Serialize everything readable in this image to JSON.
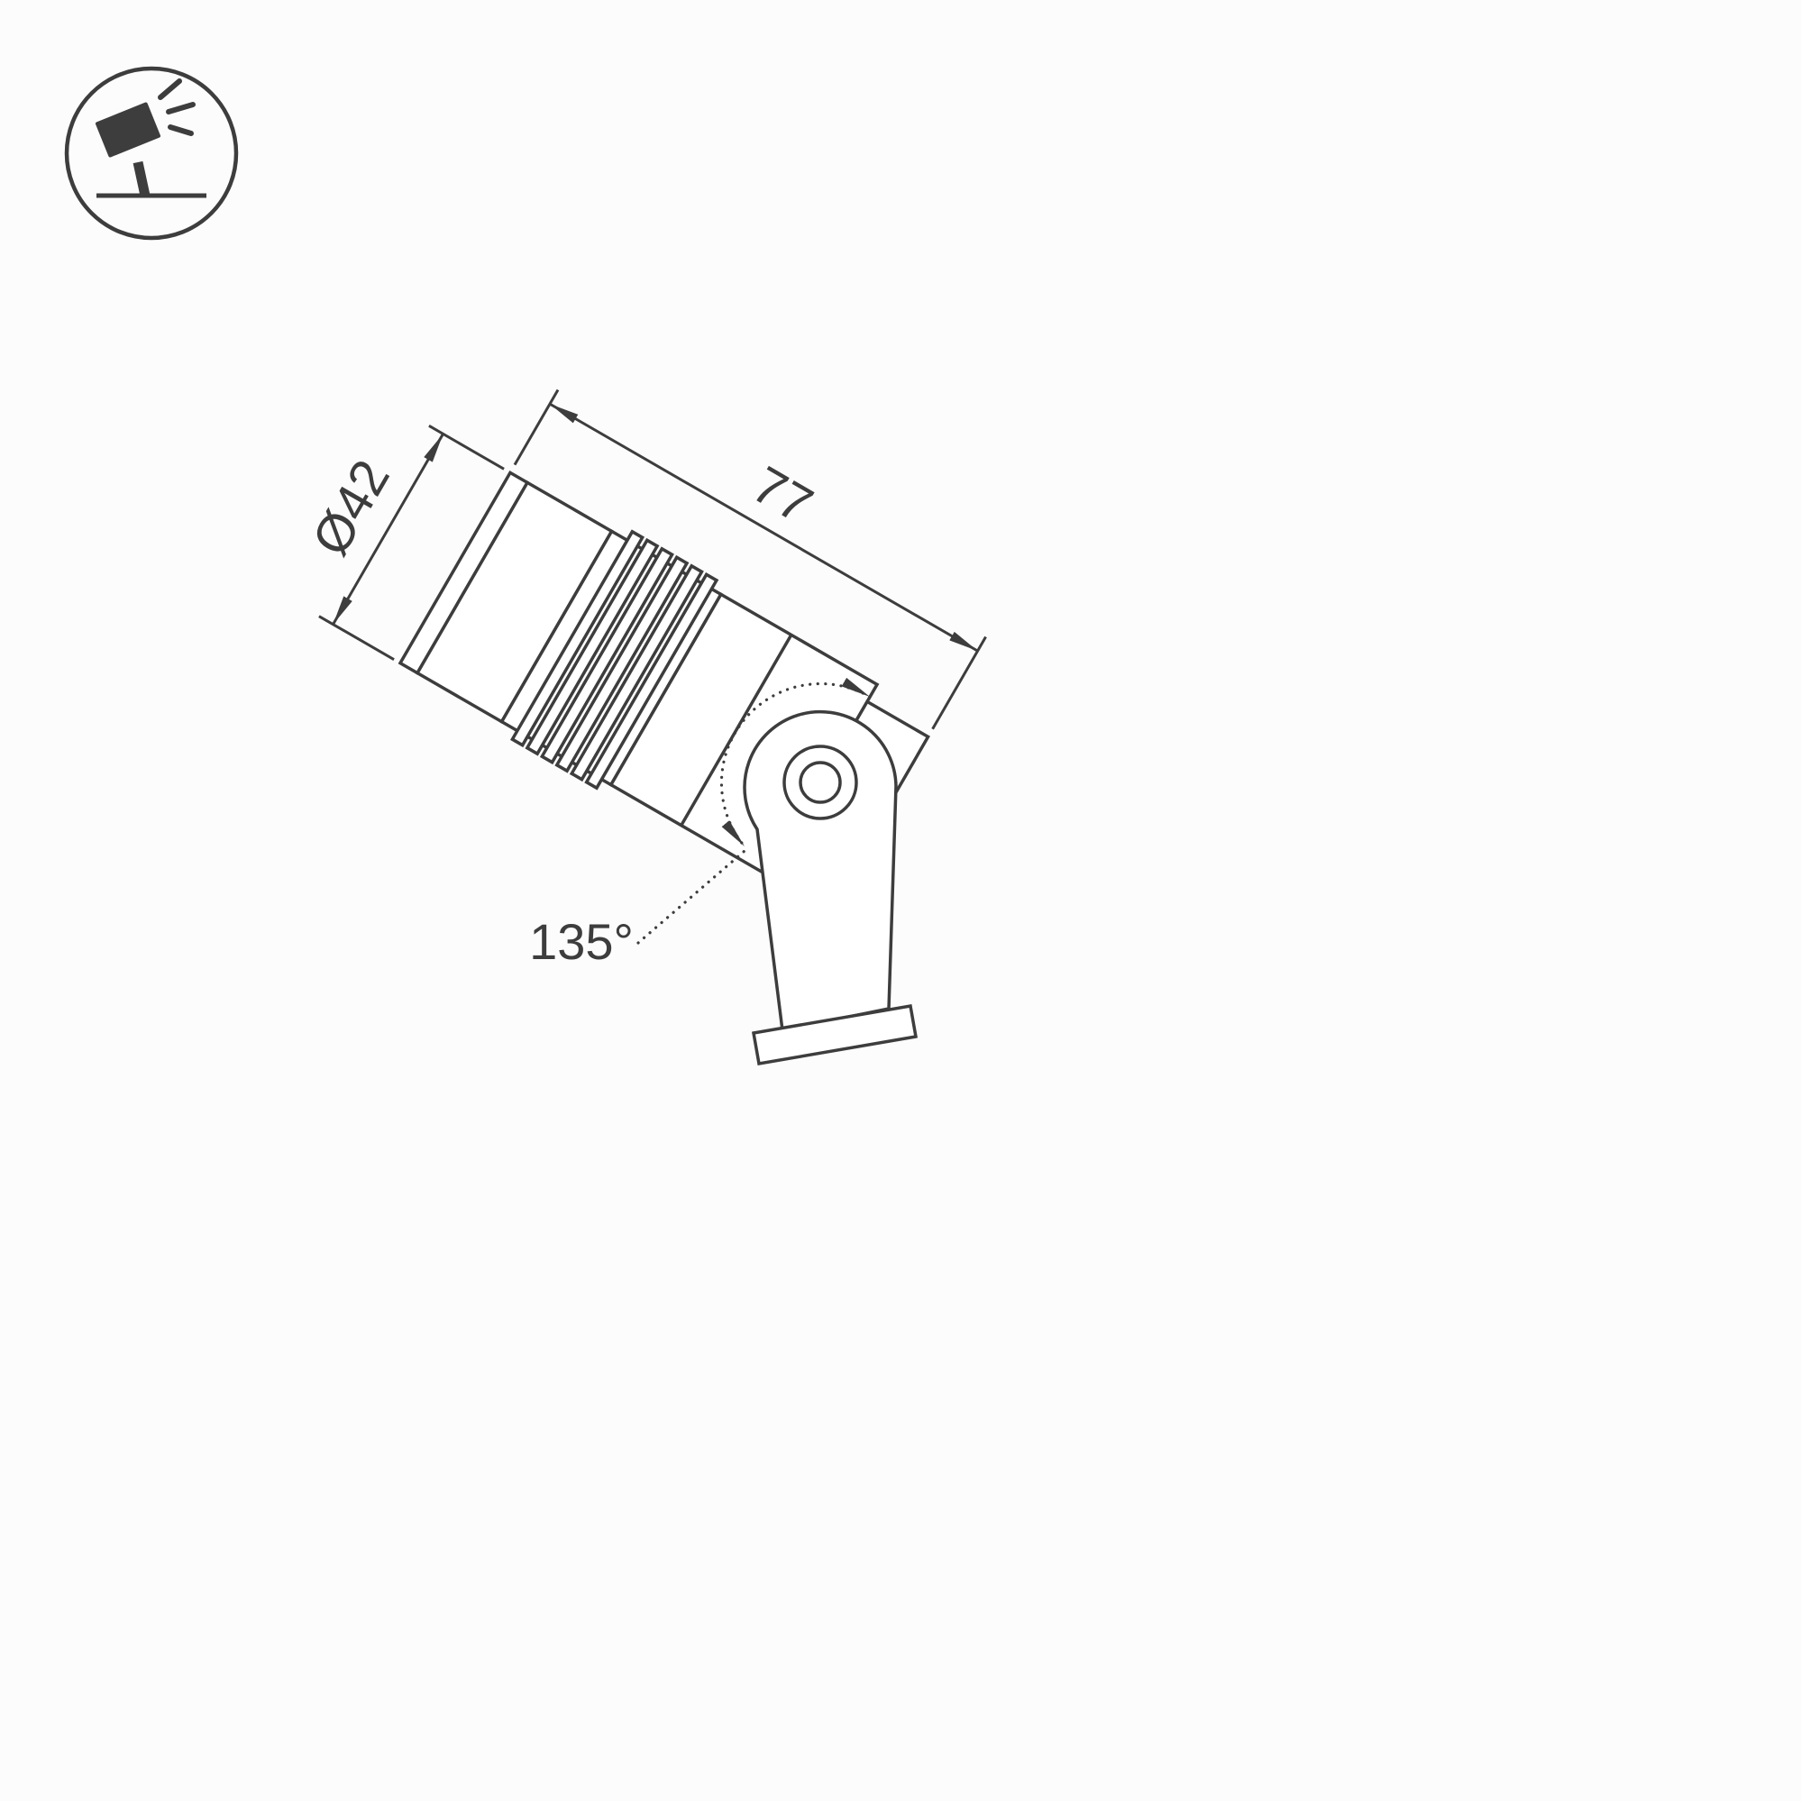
{
  "drawing": {
    "type": "technical-dimension-drawing",
    "subject": "adjustable ground spotlight with mounting bracket",
    "corner_icon": "tilted-spotlight-on-stand-icon",
    "labels": {
      "diameter": "Ø42",
      "length": "77",
      "rotation_angle": "135°"
    }
  },
  "colors": {
    "line": "#3d3d3d",
    "background": "#fcfcfc"
  }
}
